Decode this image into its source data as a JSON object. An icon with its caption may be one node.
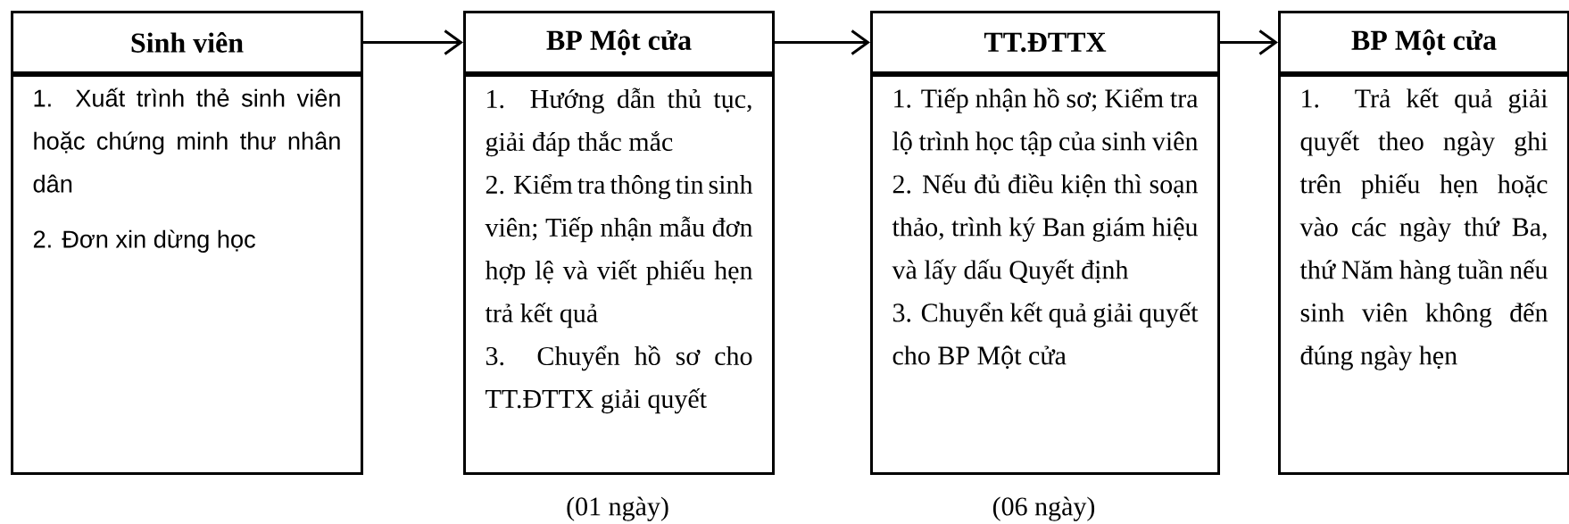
{
  "diagram": {
    "nodes": [
      {
        "text": [
          "Sinh viên"
        ]
      },
      {
        "text": [
          "1. Xuất trình thẻ sinh viên hoặc chứng minh thư nhân dân",
          "2. Đơn xin dừng học"
        ]
      },
      {
        "text": [
          "BP Một cửa"
        ]
      },
      {
        "text": [
          "1. Hướng dẫn thủ tục, giải đáp thắc mắc",
          "2. Kiểm tra thông tin sinh viên; Tiếp nhận mẫu đơn hợp lệ và viết phiếu hẹn trả kết quả",
          "3. Chuyển hồ sơ cho TT.ĐTTX giải quyết"
        ],
        "beside": [
          "(01 ngày)"
        ]
      },
      {
        "text": [
          "TT.ĐTTX"
        ]
      },
      {
        "text": [
          "1. Tiếp nhận hồ sơ; Kiểm tra lộ trình học tập của sinh viên",
          "2. Nếu đủ điều kiện thì soạn thảo, trình ký Ban giám hiệu và lấy dấu Quyết định",
          "3. Chuyển kết quả giải quyết cho BP Một cửa"
        ],
        "beside": [
          "(06 ngày)"
        ]
      },
      {
        "text": [
          "BP Một cửa"
        ]
      },
      {
        "text": [
          "1. Trả kết quả giải quyết theo ngày ghi trên phiếu hẹn hoặc vào các ngày thứ Ba, thứ Năm hàng tuần nếu sinh viên không đến đúng ngày hẹn"
        ]
      }
    ],
    "edges": [
      {
        "from": 0,
        "to": 2,
        "arrow": "to"
      },
      {
        "from": 2,
        "to": 4,
        "arrow": "to"
      },
      {
        "from": 4,
        "to": 6,
        "arrow": "to"
      }
    ]
  }
}
